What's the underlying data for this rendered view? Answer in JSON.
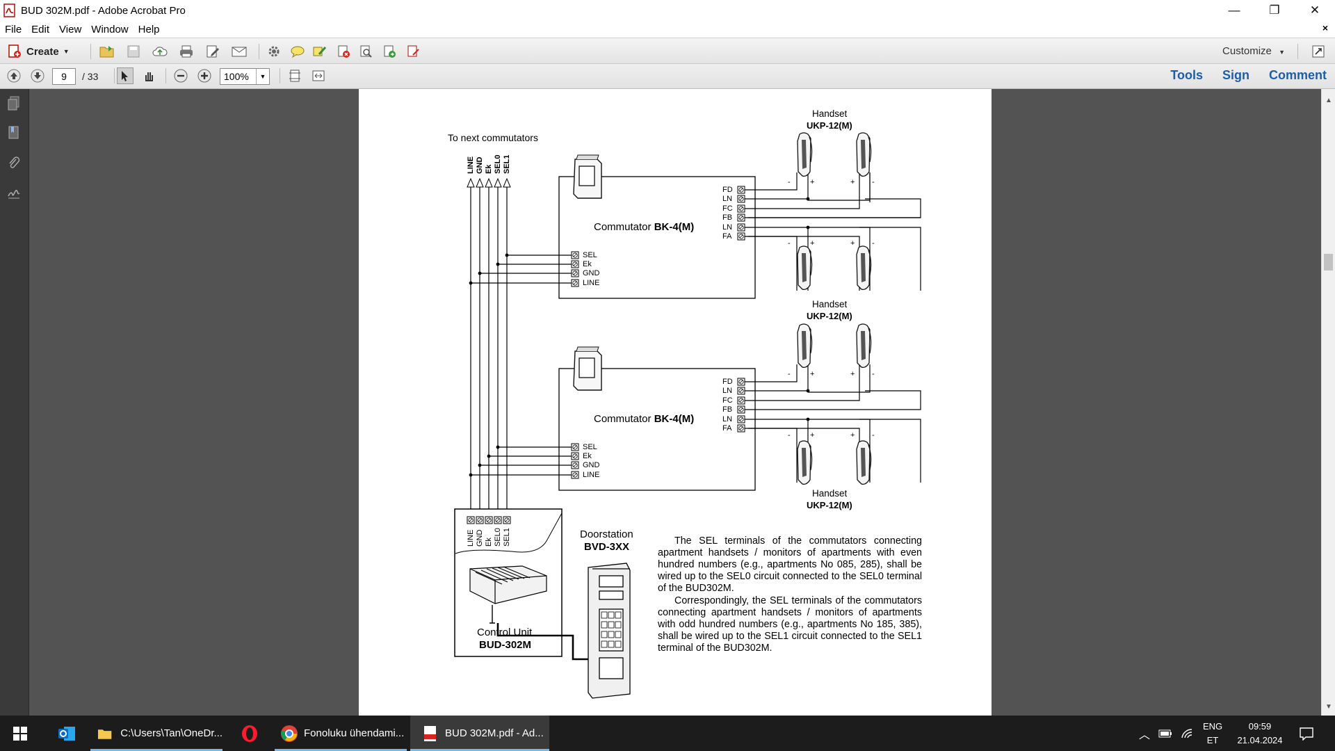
{
  "window": {
    "title": "BUD 302M.pdf - Adobe Acrobat Pro",
    "minimize": "—",
    "restore": "❐",
    "close": "✕"
  },
  "menu": {
    "items": [
      "File",
      "Edit",
      "View",
      "Window",
      "Help"
    ],
    "close_doc": "×"
  },
  "toolbar": {
    "create_label": "Create",
    "customize_label": "Customize",
    "page_current": "9",
    "page_total": "/ 33",
    "zoom": "100%",
    "right_links": [
      "Tools",
      "Sign",
      "Comment"
    ]
  },
  "document": {
    "to_next": "To next commutators",
    "bus_labels": [
      "LINE",
      "GND",
      "Ek",
      "SEL0",
      "SEL1"
    ],
    "handset_label": "Handset",
    "handset_model": "UKP-12(M)",
    "commutator_prefix": "Commutator",
    "commutator_model": "BK-4(M)",
    "right_terminals": [
      "FD",
      "LN",
      "FC",
      "FB",
      "LN",
      "FA"
    ],
    "left_terminals": [
      "SEL",
      "Ek",
      "GND",
      "LINE"
    ],
    "doorstation_label": "Doorstation",
    "doorstation_model": "BVD-3XX",
    "control_label": "Control Unit",
    "control_model": "BUD-302M",
    "paragraph1": "The SEL terminals of the commutators connecting apartment handsets / monitors of apartments with even hundred numbers (e.g., apartments No 085, 285), shall be wired up to the SEL0 circuit connected to the SEL0 terminal of the BUD302M.",
    "paragraph2": "Correspondingly, the SEL terminals of the commutators connecting apartment handsets / monitors of apartments with odd hundred numbers (e.g., apartments No 185, 385), shall be wired up to the SEL1 circuit connected to the SEL1 terminal of the BUD302M."
  },
  "taskbar": {
    "apps": [
      {
        "name": "Outlook",
        "label": ""
      },
      {
        "name": "File Explorer",
        "label": "C:\\Users\\Tan\\OneDr..."
      },
      {
        "name": "Opera",
        "label": ""
      },
      {
        "name": "Chrome",
        "label": "Fonoluku ühendami..."
      },
      {
        "name": "Acrobat",
        "label": "BUD 302M.pdf - Ad..."
      }
    ],
    "lang_top": "ENG",
    "lang_bottom": "ET",
    "time": "09:59",
    "date": "21.04.2024"
  },
  "colors": {
    "link_blue": "#1d5ea7",
    "doc_background": "#535353",
    "taskbar": "#1c1c1c",
    "active_underline": "#76b9ed"
  }
}
